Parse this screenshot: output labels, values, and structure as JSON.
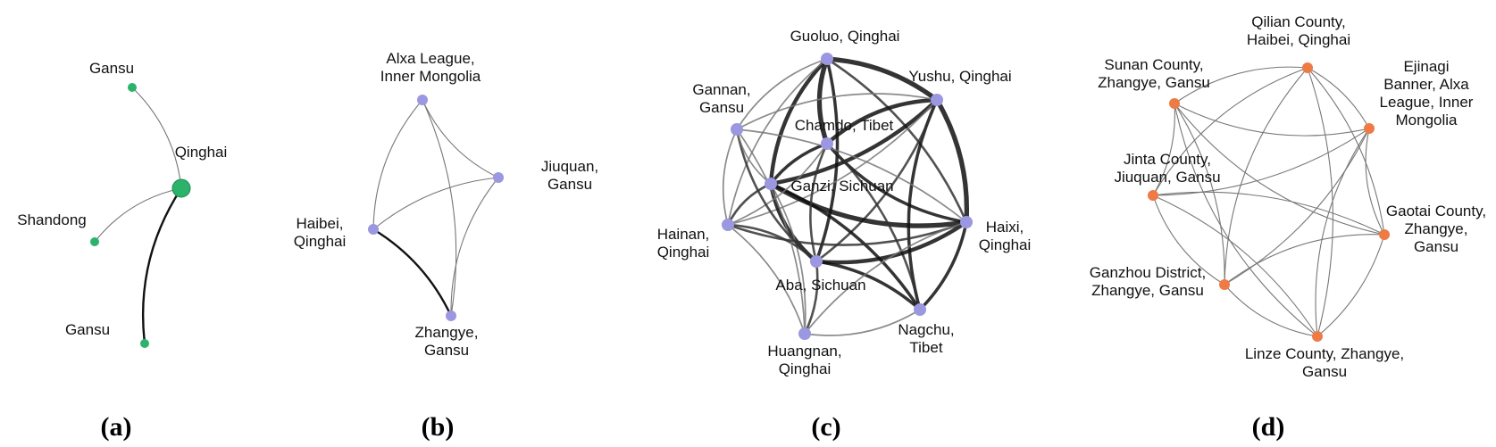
{
  "figure": {
    "panels": [
      {
        "id": "a",
        "caption": "(a)",
        "node_color": "#2bb36b",
        "nodes": [
          {
            "id": "gansu1",
            "label": [
              "Gansu"
            ]
          },
          {
            "id": "qinghai",
            "label": [
              "Qinghai"
            ],
            "size": "large"
          },
          {
            "id": "shandong",
            "label": [
              "Shandong"
            ]
          },
          {
            "id": "gansu2",
            "label": [
              "Gansu"
            ]
          }
        ],
        "edges": [
          {
            "source": "qinghai",
            "target": "gansu1",
            "weight": 1
          },
          {
            "source": "qinghai",
            "target": "shandong",
            "weight": 1
          },
          {
            "source": "qinghai",
            "target": "gansu2",
            "weight": 3
          }
        ]
      },
      {
        "id": "b",
        "caption": "(b)",
        "node_color": "#9b97e0",
        "nodes": [
          {
            "id": "alxa",
            "label": [
              "Alxa League,",
              "Inner Mongolia"
            ]
          },
          {
            "id": "jiuquan",
            "label": [
              "Jiuquan,",
              "Gansu"
            ]
          },
          {
            "id": "haibei",
            "label": [
              "Haibei,",
              "Qinghai"
            ]
          },
          {
            "id": "zhangye",
            "label": [
              "Zhangye,",
              "Gansu"
            ]
          }
        ],
        "edges": [
          {
            "source": "alxa",
            "target": "haibei",
            "weight": 1
          },
          {
            "source": "alxa",
            "target": "zhangye",
            "weight": 1
          },
          {
            "source": "alxa",
            "target": "jiuquan",
            "weight": 1
          },
          {
            "source": "haibei",
            "target": "jiuquan",
            "weight": 1
          },
          {
            "source": "jiuquan",
            "target": "zhangye",
            "weight": 1
          },
          {
            "source": "haibei",
            "target": "zhangye",
            "weight": 3
          }
        ]
      },
      {
        "id": "c",
        "caption": "(c)",
        "node_color": "#9b97e0",
        "nodes": [
          {
            "id": "guoluo",
            "label": [
              "Guoluo, Qinghai"
            ]
          },
          {
            "id": "yushu",
            "label": [
              "Yushu, Qinghai"
            ]
          },
          {
            "id": "gannan",
            "label": [
              "Gannan,",
              "Gansu"
            ]
          },
          {
            "id": "chamdo",
            "label": [
              "Chamdo, Tibet"
            ]
          },
          {
            "id": "ganzi",
            "label": [
              "Ganzi, Sichuan"
            ]
          },
          {
            "id": "haixi",
            "label": [
              "Haixi,",
              "Qinghai"
            ]
          },
          {
            "id": "hainan",
            "label": [
              "Hainan,",
              "Qinghai"
            ]
          },
          {
            "id": "aba",
            "label": [
              "Aba, Sichuan"
            ]
          },
          {
            "id": "huangnan",
            "label": [
              "Huangnan,",
              "Qinghai"
            ]
          },
          {
            "id": "nagchu",
            "label": [
              "Nagchu,",
              "Tibet"
            ]
          }
        ],
        "edges": [
          {
            "source": "guoluo",
            "target": "chamdo",
            "weight": 5
          },
          {
            "source": "guoluo",
            "target": "yushu",
            "weight": 5
          },
          {
            "source": "guoluo",
            "target": "ganzi",
            "weight": 4
          },
          {
            "source": "guoluo",
            "target": "aba",
            "weight": 3
          },
          {
            "source": "guoluo",
            "target": "gannan",
            "weight": 1
          },
          {
            "source": "guoluo",
            "target": "haixi",
            "weight": 2
          },
          {
            "source": "guoluo",
            "target": "hainan",
            "weight": 1
          },
          {
            "source": "yushu",
            "target": "haixi",
            "weight": 5
          },
          {
            "source": "yushu",
            "target": "chamdo",
            "weight": 4
          },
          {
            "source": "yushu",
            "target": "ganzi",
            "weight": 4
          },
          {
            "source": "yushu",
            "target": "nagchu",
            "weight": 3
          },
          {
            "source": "yushu",
            "target": "aba",
            "weight": 2
          },
          {
            "source": "yushu",
            "target": "gannan",
            "weight": 1
          },
          {
            "source": "yushu",
            "target": "hainan",
            "weight": 1
          },
          {
            "source": "ganzi",
            "target": "haixi",
            "weight": 5
          },
          {
            "source": "ganzi",
            "target": "chamdo",
            "weight": 3
          },
          {
            "source": "ganzi",
            "target": "aba",
            "weight": 4
          },
          {
            "source": "ganzi",
            "target": "nagchu",
            "weight": 3
          },
          {
            "source": "ganzi",
            "target": "hainan",
            "weight": 2
          },
          {
            "source": "ganzi",
            "target": "huangnan",
            "weight": 1
          },
          {
            "source": "chamdo",
            "target": "haixi",
            "weight": 3
          },
          {
            "source": "chamdo",
            "target": "nagchu",
            "weight": 2
          },
          {
            "source": "chamdo",
            "target": "aba",
            "weight": 2
          },
          {
            "source": "chamdo",
            "target": "hainan",
            "weight": 1
          },
          {
            "source": "aba",
            "target": "haixi",
            "weight": 4
          },
          {
            "source": "aba",
            "target": "nagchu",
            "weight": 3
          },
          {
            "source": "aba",
            "target": "hainan",
            "weight": 2
          },
          {
            "source": "aba",
            "target": "huangnan",
            "weight": 2
          },
          {
            "source": "gannan",
            "target": "hainan",
            "weight": 1
          },
          {
            "source": "gannan",
            "target": "huangnan",
            "weight": 1
          },
          {
            "source": "gannan",
            "target": "aba",
            "weight": 2
          },
          {
            "source": "gannan",
            "target": "haixi",
            "weight": 1
          },
          {
            "source": "gannan",
            "target": "ganzi",
            "weight": 1
          },
          {
            "source": "hainan",
            "target": "huangnan",
            "weight": 1
          },
          {
            "source": "hainan",
            "target": "haixi",
            "weight": 2
          },
          {
            "source": "huangnan",
            "target": "haixi",
            "weight": 1
          },
          {
            "source": "huangnan",
            "target": "nagchu",
            "weight": 1
          },
          {
            "source": "haixi",
            "target": "nagchu",
            "weight": 3
          }
        ]
      },
      {
        "id": "d",
        "caption": "(d)",
        "node_color": "#ee7a45",
        "nodes": [
          {
            "id": "qilian",
            "label": [
              "Qilian County,",
              "Haibei, Qinghai"
            ]
          },
          {
            "id": "sunan",
            "label": [
              "Sunan County,",
              "Zhangye, Gansu"
            ]
          },
          {
            "id": "ejinagi",
            "label": [
              "Ejinagi",
              "Banner, Alxa",
              "League, Inner",
              "Mongolia"
            ]
          },
          {
            "id": "jinta",
            "label": [
              "Jinta County,",
              "Jiuquan, Gansu"
            ]
          },
          {
            "id": "gaotai",
            "label": [
              "Gaotai County,",
              "Zhangye,",
              "Gansu"
            ]
          },
          {
            "id": "ganzhou",
            "label": [
              "Ganzhou  District,",
              "Zhangye, Gansu"
            ]
          },
          {
            "id": "linze",
            "label": [
              "Linze County, Zhangye,",
              "Gansu"
            ]
          }
        ],
        "edges": [
          {
            "source": "qilian",
            "target": "sunan",
            "weight": 1
          },
          {
            "source": "qilian",
            "target": "ejinagi",
            "weight": 1
          },
          {
            "source": "qilian",
            "target": "jinta",
            "weight": 1
          },
          {
            "source": "qilian",
            "target": "gaotai",
            "weight": 1
          },
          {
            "source": "qilian",
            "target": "ganzhou",
            "weight": 1
          },
          {
            "source": "qilian",
            "target": "linze",
            "weight": 1
          },
          {
            "source": "sunan",
            "target": "ejinagi",
            "weight": 1
          },
          {
            "source": "sunan",
            "target": "jinta",
            "weight": 1
          },
          {
            "source": "sunan",
            "target": "gaotai",
            "weight": 1
          },
          {
            "source": "sunan",
            "target": "ganzhou",
            "weight": 1
          },
          {
            "source": "sunan",
            "target": "linze",
            "weight": 1
          },
          {
            "source": "ejinagi",
            "target": "jinta",
            "weight": 1
          },
          {
            "source": "ejinagi",
            "target": "gaotai",
            "weight": 1
          },
          {
            "source": "ejinagi",
            "target": "ganzhou",
            "weight": 1
          },
          {
            "source": "ejinagi",
            "target": "linze",
            "weight": 1
          },
          {
            "source": "jinta",
            "target": "gaotai",
            "weight": 1
          },
          {
            "source": "jinta",
            "target": "ganzhou",
            "weight": 1
          },
          {
            "source": "jinta",
            "target": "linze",
            "weight": 1
          },
          {
            "source": "gaotai",
            "target": "ganzhou",
            "weight": 1
          },
          {
            "source": "gaotai",
            "target": "linze",
            "weight": 1
          },
          {
            "source": "ganzhou",
            "target": "linze",
            "weight": 1
          }
        ]
      }
    ]
  }
}
